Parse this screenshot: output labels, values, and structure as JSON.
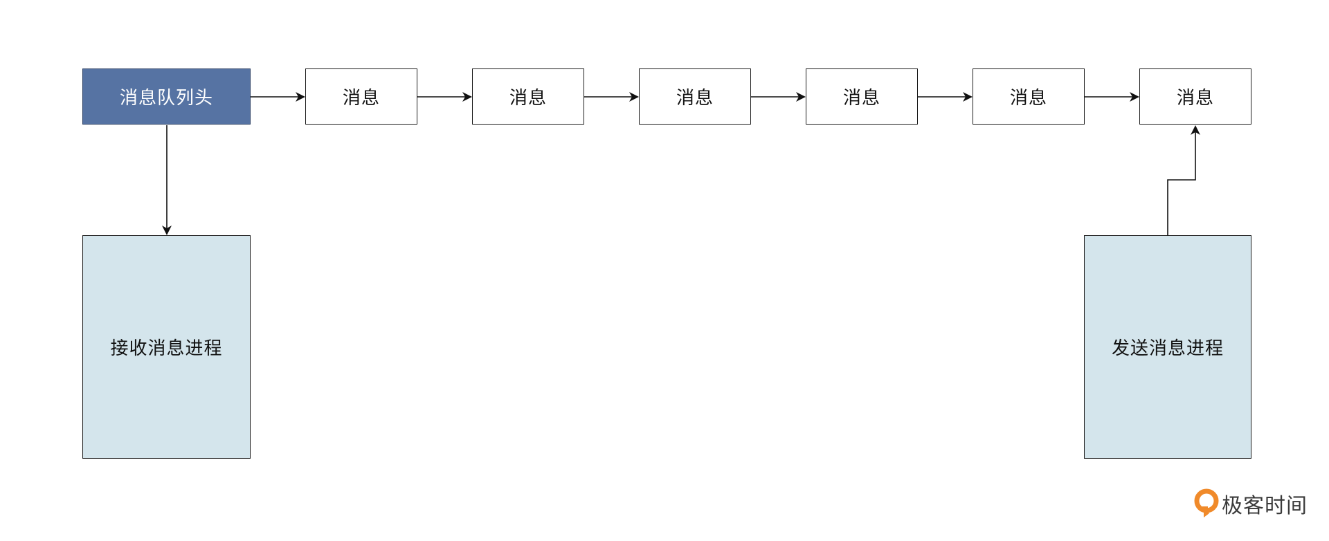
{
  "diagram": {
    "head_label": "消息队列头",
    "messages": [
      "消息",
      "消息",
      "消息",
      "消息",
      "消息",
      "消息"
    ],
    "receiver_label": "接收消息进程",
    "sender_label": "发送消息进程",
    "colors": {
      "head_fill": "#5673a3",
      "process_fill": "#d4e5ec",
      "message_fill": "#ffffff",
      "stroke": "#1a1a1a"
    }
  },
  "watermark": {
    "text": "极客时间",
    "icon": "geektime-logo-icon",
    "color": "#f08a2a"
  }
}
